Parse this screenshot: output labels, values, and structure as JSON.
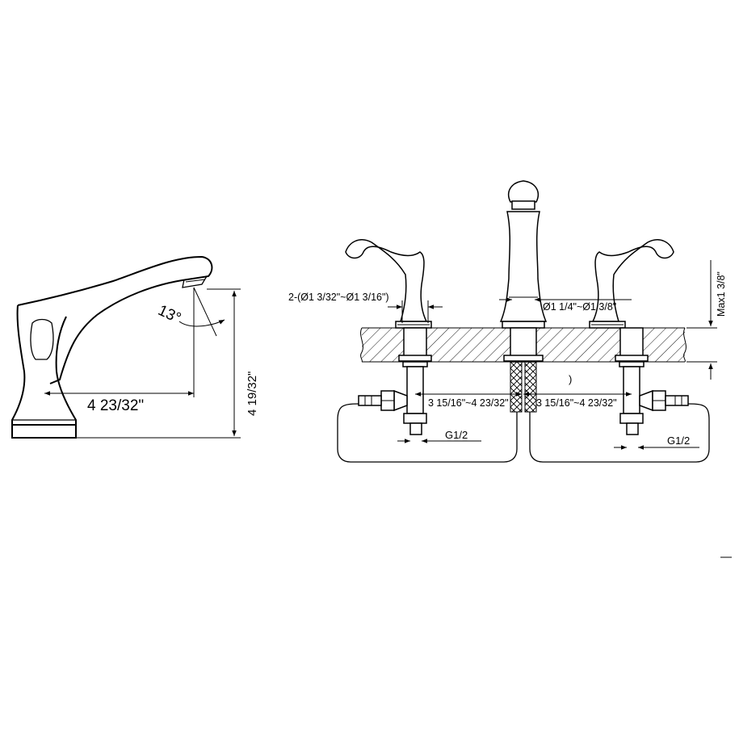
{
  "side_view": {
    "reach": "4 23/32\"",
    "height": "4 19/32\"",
    "angle": "13°"
  },
  "front_view": {
    "handle_hole_diameter": "2-(Ø1 3/32\"~Ø1 3/16\")",
    "spout_hole_diameter": "Ø1 1/4\"~Ø1 3/8\"",
    "max_deck_thickness": "Max1 3/8\"",
    "left_spacing": "3 15/16\"~4 23/32\"",
    "right_spacing": "3 15/16\"~4 23/32\"",
    "left_thread": "G1/2",
    "right_thread": "G1/2",
    "stray_mark": ")"
  }
}
